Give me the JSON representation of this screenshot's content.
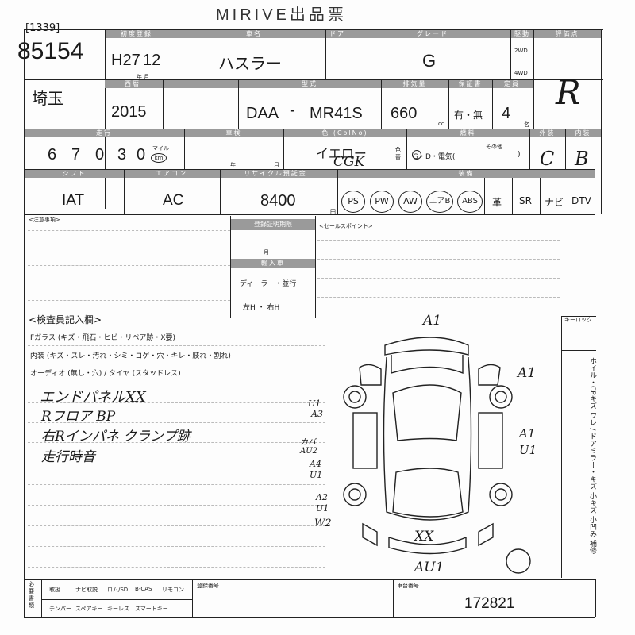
{
  "title": "MIRIVE出品票",
  "lot_number": "[1339]",
  "entry_number": "85154",
  "region": "埼玉",
  "headers": {
    "first_reg": "初度登録",
    "year_month": "年 月",
    "model_year": "西暦",
    "car_name": "車名",
    "doors": "ドア",
    "grade": "グレード",
    "drive": "駆動",
    "evaluation": "評価点",
    "type": "型式",
    "displacement": "排気量",
    "warranty": "保証書",
    "capacity": "定員",
    "mileage": "走行",
    "inspection": "車検",
    "color": "色 (ColNo)",
    "fuel": "燃料",
    "exterior": "外装",
    "interior": "内装",
    "shift": "シフト",
    "aircon": "エアコン",
    "recycle": "リサイクル預託金",
    "equipment": "装備",
    "notes": "<注意事項>",
    "sales_points": "<セールスポイント>",
    "registration_deadline": "登録証明期限",
    "import": "輸入車",
    "inspector": "<検査員記入欄>",
    "chain_lock": "キーロック"
  },
  "vehicle": {
    "first_reg": "H27",
    "first_reg_month": "12",
    "car_name": "ハスラー",
    "grade": "G",
    "drive_options": [
      "2WD",
      "4WD"
    ],
    "evaluation": "R",
    "model_year": "2015",
    "type_prefix": "DAA",
    "dash": "-",
    "type_code": "MR41S",
    "displacement": "660",
    "displacement_unit": "cc",
    "warranty": "有・無",
    "capacity": "4",
    "capacity_unit": "名",
    "mileage_digits": [
      "6",
      "7",
      "0",
      "3",
      "0"
    ],
    "mileage_unit_mile": "マイル",
    "mileage_unit_km": "km",
    "inspection_year": "年",
    "inspection_month": "月",
    "color_name": "イエロー",
    "color_code": "CGK",
    "color_change": "色替",
    "fuel": "G・D・電気(",
    "fuel_other": "その他",
    "fuel_close": ")",
    "exterior": "C",
    "interior": "B",
    "shift": "IAT",
    "aircon": "AC",
    "recycle": "8400",
    "recycle_unit": "円",
    "equipment": [
      "PS",
      "PW",
      "AW",
      "エアB",
      "ABS",
      "革",
      "SR",
      "ナビ",
      "DTV"
    ],
    "dealer": "ディーラー・並行",
    "steering": "左H ・ 右H",
    "month_label": "月"
  },
  "inspector_lines": {
    "glass": "Fガラス (キズ・飛石・ヒビ・リペア跡・X要)",
    "interior": "内装 (キズ・スレ・汚れ・シミ・コゲ・穴・キレ・肢れ・割れ)",
    "audio": "オーディオ (無し・穴) / タイヤ (スタッドレス)",
    "hand_notes": [
      "エンドパネルXX",
      "Rフロア BP",
      "右Rインパネ クランプ跡",
      "走行時音"
    ]
  },
  "diagram_marks": {
    "front": "A1",
    "right_front": "A1",
    "left_top": "U1",
    "left_a3": "A3",
    "left_au2": "カバ AU2",
    "left_a4": "A4",
    "left_u1": "U1",
    "right_mid": "A1",
    "right_u1": "U1",
    "left_a2": "A2",
    "left_u1b": "U1",
    "left_w2": "W2",
    "rear_xx": "XX",
    "rear": "AU1"
  },
  "side_note": "ホイル・CPキズ ワレ / ドアミラー・キズ 小キズ 小凹み 補修",
  "footer": {
    "row1": [
      "取扱",
      "ナビ取説",
      "ロム/SD",
      "B-CAS",
      "リモコン"
    ],
    "row2": [
      "テンパー",
      "スペアキー",
      "キーレス",
      "スマートキー"
    ],
    "left_label": "必要書類",
    "reg_no_label": "登録番号",
    "stock_no_label": "車台番号",
    "stock_no": "172821"
  }
}
